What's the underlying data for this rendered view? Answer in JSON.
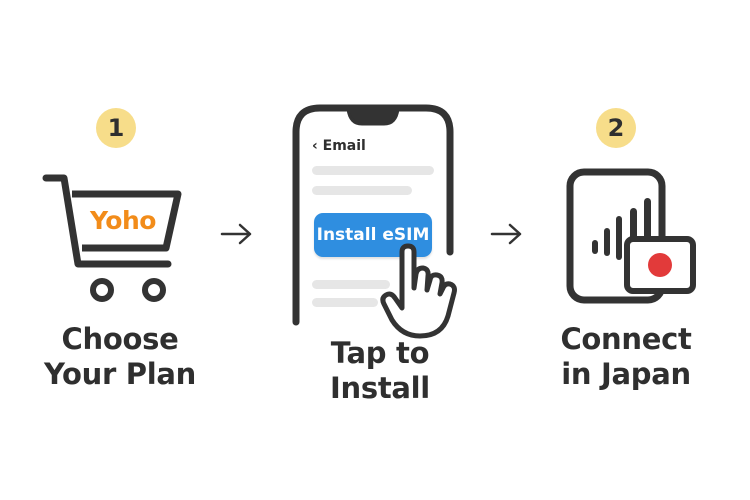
{
  "steps": [
    {
      "badge": "1",
      "brand": "Yoho",
      "label_lines": [
        "Choose",
        "Your Plan"
      ]
    },
    {
      "email_header": "Email",
      "button_label": "Install eSIM",
      "label_lines": [
        "Tap to",
        "Install"
      ]
    },
    {
      "badge": "2",
      "label_lines": [
        "Connect",
        "in Japan"
      ]
    }
  ],
  "colors": {
    "badge_bg": "#f7dd8a",
    "button_blue": "#2f8ee0",
    "brand_orange": "#f28c1a",
    "flag_red": "#e23a3a",
    "stroke": "#333333"
  },
  "icons": [
    "cart-icon",
    "arrow-right-icon",
    "phone-icon",
    "pointer-hand-icon",
    "signal-icon",
    "japan-flag-icon"
  ]
}
